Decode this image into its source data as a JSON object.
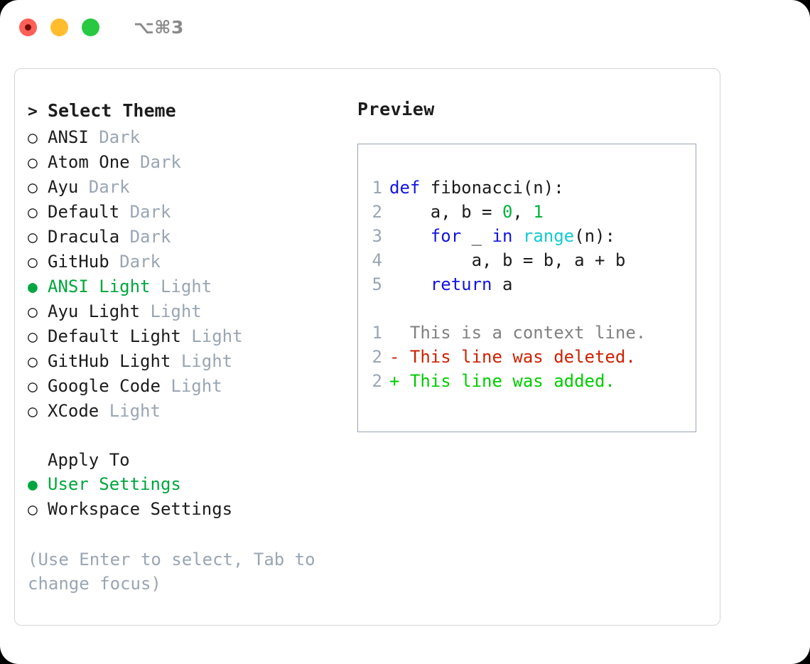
{
  "window": {
    "shortcut": "⌥⌘3",
    "controls": [
      {
        "name": "close",
        "color": "#ff5f57"
      },
      {
        "name": "minimize",
        "color": "#ffbd2e"
      },
      {
        "name": "maximize",
        "color": "#28c840"
      }
    ]
  },
  "theme_picker": {
    "header_marker": ">",
    "header": "Select Theme",
    "items": [
      {
        "marker": "○",
        "label": "ANSI",
        "suffix": " Dark",
        "selected": false
      },
      {
        "marker": "○",
        "label": "Atom One",
        "suffix": " Dark",
        "selected": false
      },
      {
        "marker": "○",
        "label": "Ayu",
        "suffix": " Dark",
        "selected": false
      },
      {
        "marker": "○",
        "label": "Default",
        "suffix": " Dark",
        "selected": false
      },
      {
        "marker": "○",
        "label": "Dracula",
        "suffix": " Dark",
        "selected": false
      },
      {
        "marker": "○",
        "label": "GitHub",
        "suffix": " Dark",
        "selected": false
      },
      {
        "marker": "●",
        "label": "ANSI Light",
        "suffix": " Light",
        "selected": true
      },
      {
        "marker": "○",
        "label": "Ayu Light",
        "suffix": " Light",
        "selected": false
      },
      {
        "marker": "○",
        "label": "Default Light",
        "suffix": " Light",
        "selected": false
      },
      {
        "marker": "○",
        "label": "GitHub Light",
        "suffix": " Light",
        "selected": false
      },
      {
        "marker": "○",
        "label": "Google Code",
        "suffix": " Light",
        "selected": false
      },
      {
        "marker": "○",
        "label": "XCode",
        "suffix": " Light",
        "selected": false
      }
    ]
  },
  "apply_to": {
    "title": "Apply To",
    "options": [
      {
        "marker": "●",
        "label": "User Settings",
        "selected": true
      },
      {
        "marker": "○",
        "label": "Workspace Settings",
        "selected": false
      }
    ]
  },
  "hint": "(Use Enter to select, Tab to change focus)",
  "preview": {
    "title": "Preview",
    "code_lines": [
      {
        "no": "1",
        "tokens": [
          {
            "t": "def",
            "c": "kw"
          },
          {
            "t": " fibonacci(n):",
            "c": "txt"
          }
        ]
      },
      {
        "no": "2",
        "tokens": [
          {
            "t": "    a, b = ",
            "c": "txt"
          },
          {
            "t": "0",
            "c": "num"
          },
          {
            "t": ", ",
            "c": "txt"
          },
          {
            "t": "1",
            "c": "num"
          }
        ]
      },
      {
        "no": "3",
        "tokens": [
          {
            "t": "    ",
            "c": "txt"
          },
          {
            "t": "for",
            "c": "kw"
          },
          {
            "t": " _ ",
            "c": "txt"
          },
          {
            "t": "in",
            "c": "kw"
          },
          {
            "t": " ",
            "c": "txt"
          },
          {
            "t": "range",
            "c": "fn"
          },
          {
            "t": "(n):",
            "c": "txt"
          }
        ]
      },
      {
        "no": "4",
        "tokens": [
          {
            "t": "        a, b = b, a + b",
            "c": "txt"
          }
        ]
      },
      {
        "no": "5",
        "tokens": [
          {
            "t": "    ",
            "c": "txt"
          },
          {
            "t": "return",
            "c": "kw"
          },
          {
            "t": " a",
            "c": "txt"
          }
        ]
      }
    ],
    "diff_lines": [
      {
        "no": "1",
        "text": "  This is a context line.",
        "kind": "ctx"
      },
      {
        "no": "2",
        "text": "- This line was deleted.",
        "kind": "del"
      },
      {
        "no": "2",
        "text": "+ This line was added.",
        "kind": "add"
      }
    ]
  },
  "colors": {
    "accent_green": "#00a63e",
    "muted": "#9aa5b4",
    "keyword": "#1414e0",
    "number": "#00b33c",
    "function": "#12cbd1",
    "diff_delete": "#cc2200",
    "diff_add": "#00cc00",
    "diff_context": "#808080"
  }
}
